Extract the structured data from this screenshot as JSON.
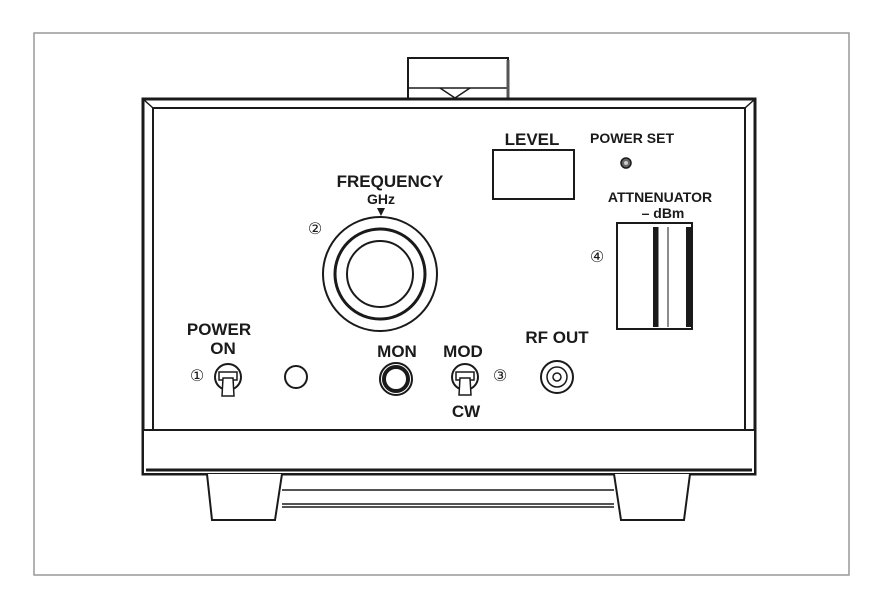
{
  "labels": {
    "level": "LEVEL",
    "power_set": "POWER SET",
    "frequency": "FREQUENCY",
    "frequency_unit": "GHz",
    "attenuator": "ATTNENUATOR",
    "attenuator_unit": "– dBm",
    "power": "POWER",
    "power_on": "ON",
    "mon": "MON",
    "mod": "MOD",
    "cw": "CW",
    "rf_out": "RF OUT"
  },
  "callouts": {
    "c1": "①",
    "c2": "②",
    "c3": "③",
    "c4": "④"
  },
  "colors": {
    "ink": "#1a1a1a",
    "panel": "#ffffff",
    "border": "#999999"
  }
}
